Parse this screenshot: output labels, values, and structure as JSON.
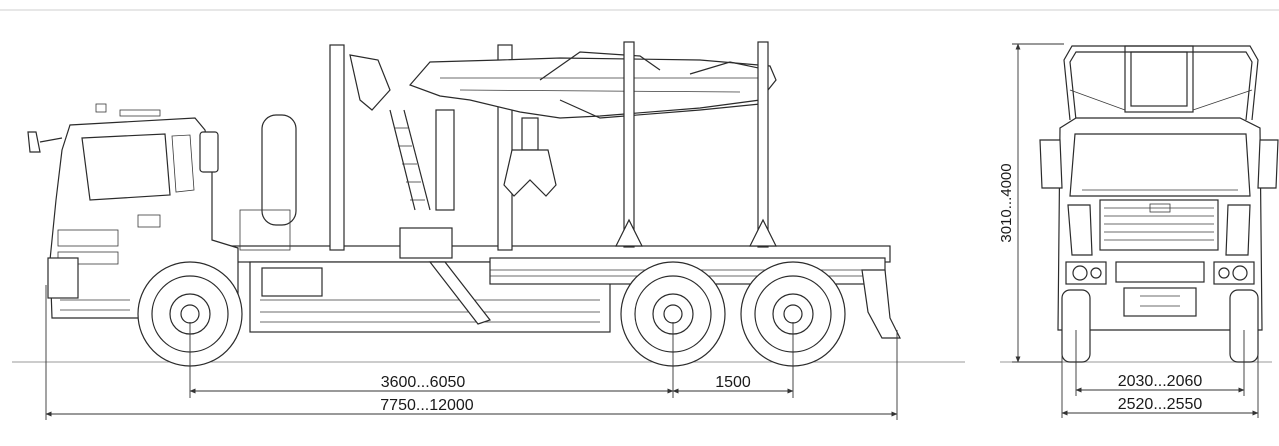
{
  "dimensions": {
    "wheelbase": "3600...6050",
    "tandem_spacing": "1500",
    "overall_length": "7750...12000",
    "height": "3010...4000",
    "track_width": "2030...2060",
    "overall_width": "2520...2550"
  }
}
